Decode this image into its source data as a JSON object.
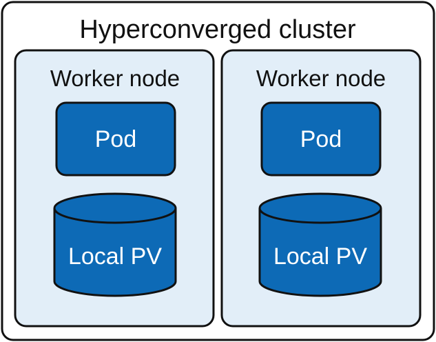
{
  "cluster": {
    "title": "Hyperconverged cluster"
  },
  "nodes": [
    {
      "title": "Worker node",
      "pod_label": "Pod",
      "volume_label": "Local PV"
    },
    {
      "title": "Worker node",
      "pod_label": "Pod",
      "volume_label": "Local PV"
    }
  ],
  "colors": {
    "cluster_border": "#111111",
    "node_fill": "#e2eef8",
    "pod_fill": "#0d6ab6",
    "cylinder_fill": "#0d6ab6",
    "stroke": "#111111",
    "label_on_blue": "#ffffff",
    "label_dark": "#111111"
  }
}
